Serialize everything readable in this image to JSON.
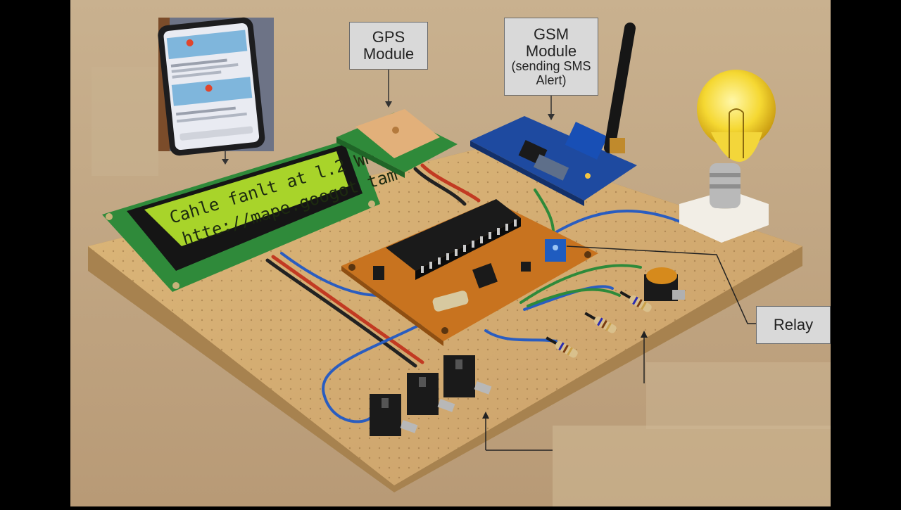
{
  "labels": {
    "gps_line1": "GPS",
    "gps_line2": "Module",
    "gsm_line1": "GSM",
    "gsm_line2": "Module",
    "gsm_line3": "(sending SMS",
    "gsm_line4": "Alert)",
    "relay": "Relay"
  },
  "lcd": {
    "line1": "Cahle fanlt at l.2 WM",
    "line2": "htte://mape.googot tam"
  },
  "colors": {
    "board": "#d3a867",
    "pcb_orange": "#c8731f",
    "lcd_green": "#a8d42a",
    "gsm_blue": "#1e4aa0",
    "callout_bg": "#d9d9d9"
  }
}
